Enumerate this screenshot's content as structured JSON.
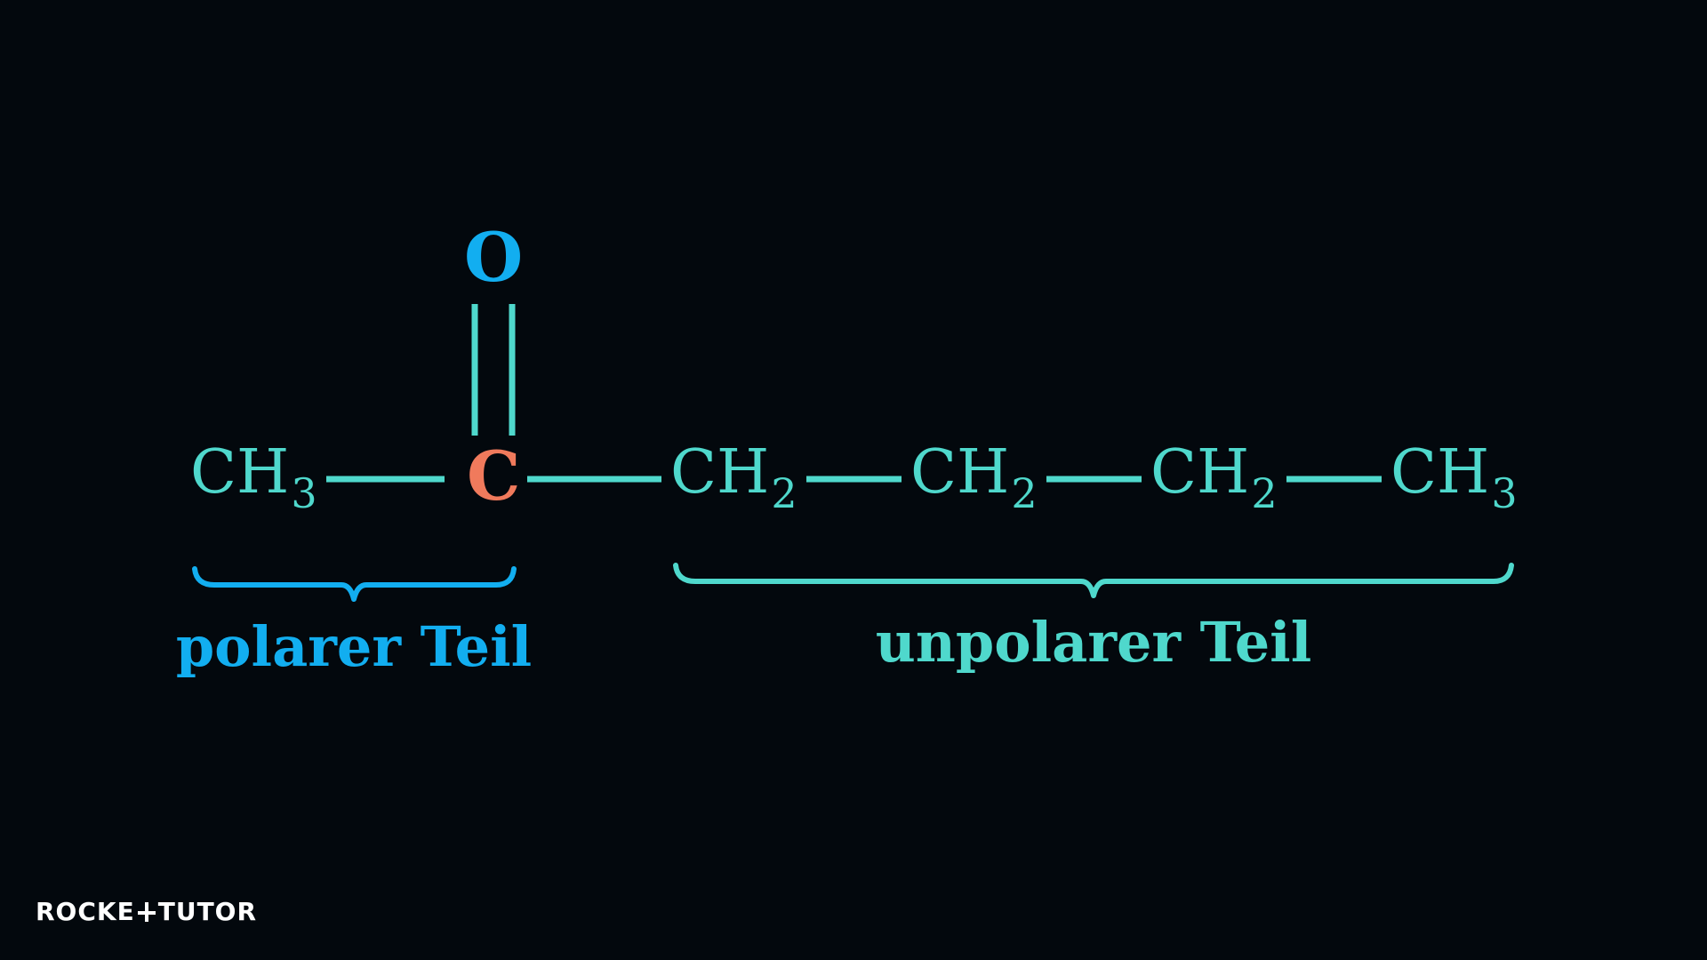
{
  "colors": {
    "background": "#03080d",
    "chain": "#4fd8cc",
    "carbonyl_carbon": "#f07a5c",
    "oxygen": "#12aef0",
    "polar_brace": "#12aef0",
    "nonpolar_brace": "#4fd8cc"
  },
  "molecule": {
    "oxygen": "O",
    "groups": [
      {
        "id": "g1",
        "symbol": "CH",
        "subscript": "3"
      },
      {
        "id": "g2",
        "symbol": "C",
        "subscript": ""
      },
      {
        "id": "g3",
        "symbol": "CH",
        "subscript": "2"
      },
      {
        "id": "g4",
        "symbol": "CH",
        "subscript": "2"
      },
      {
        "id": "g5",
        "symbol": "CH",
        "subscript": "2"
      },
      {
        "id": "g6",
        "symbol": "CH",
        "subscript": "3"
      }
    ]
  },
  "labels": {
    "polar": "polarer Teil",
    "nonpolar": "unpolarer Teil"
  },
  "logo": {
    "left": "ROCKE",
    "right": "TUTO",
    "tail": "R"
  }
}
